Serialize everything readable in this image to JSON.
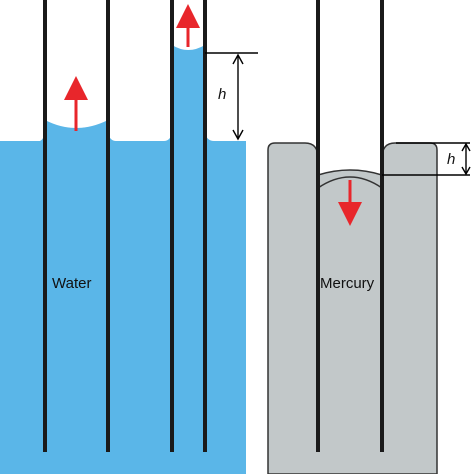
{
  "labels": {
    "water": "Water",
    "mercury": "Mercury",
    "water_height": "h",
    "mercury_height": "h"
  },
  "colors": {
    "water": "#5ab6e8",
    "mercury": "#c2c8c9",
    "mercury_outline": "#333333",
    "tube": "#1a1a1a",
    "arrow": "#e8262b",
    "dimension_line": "#000000"
  },
  "icons": {
    "water_arrow": "arrow-up-icon",
    "mercury_arrow": "arrow-down-icon"
  }
}
